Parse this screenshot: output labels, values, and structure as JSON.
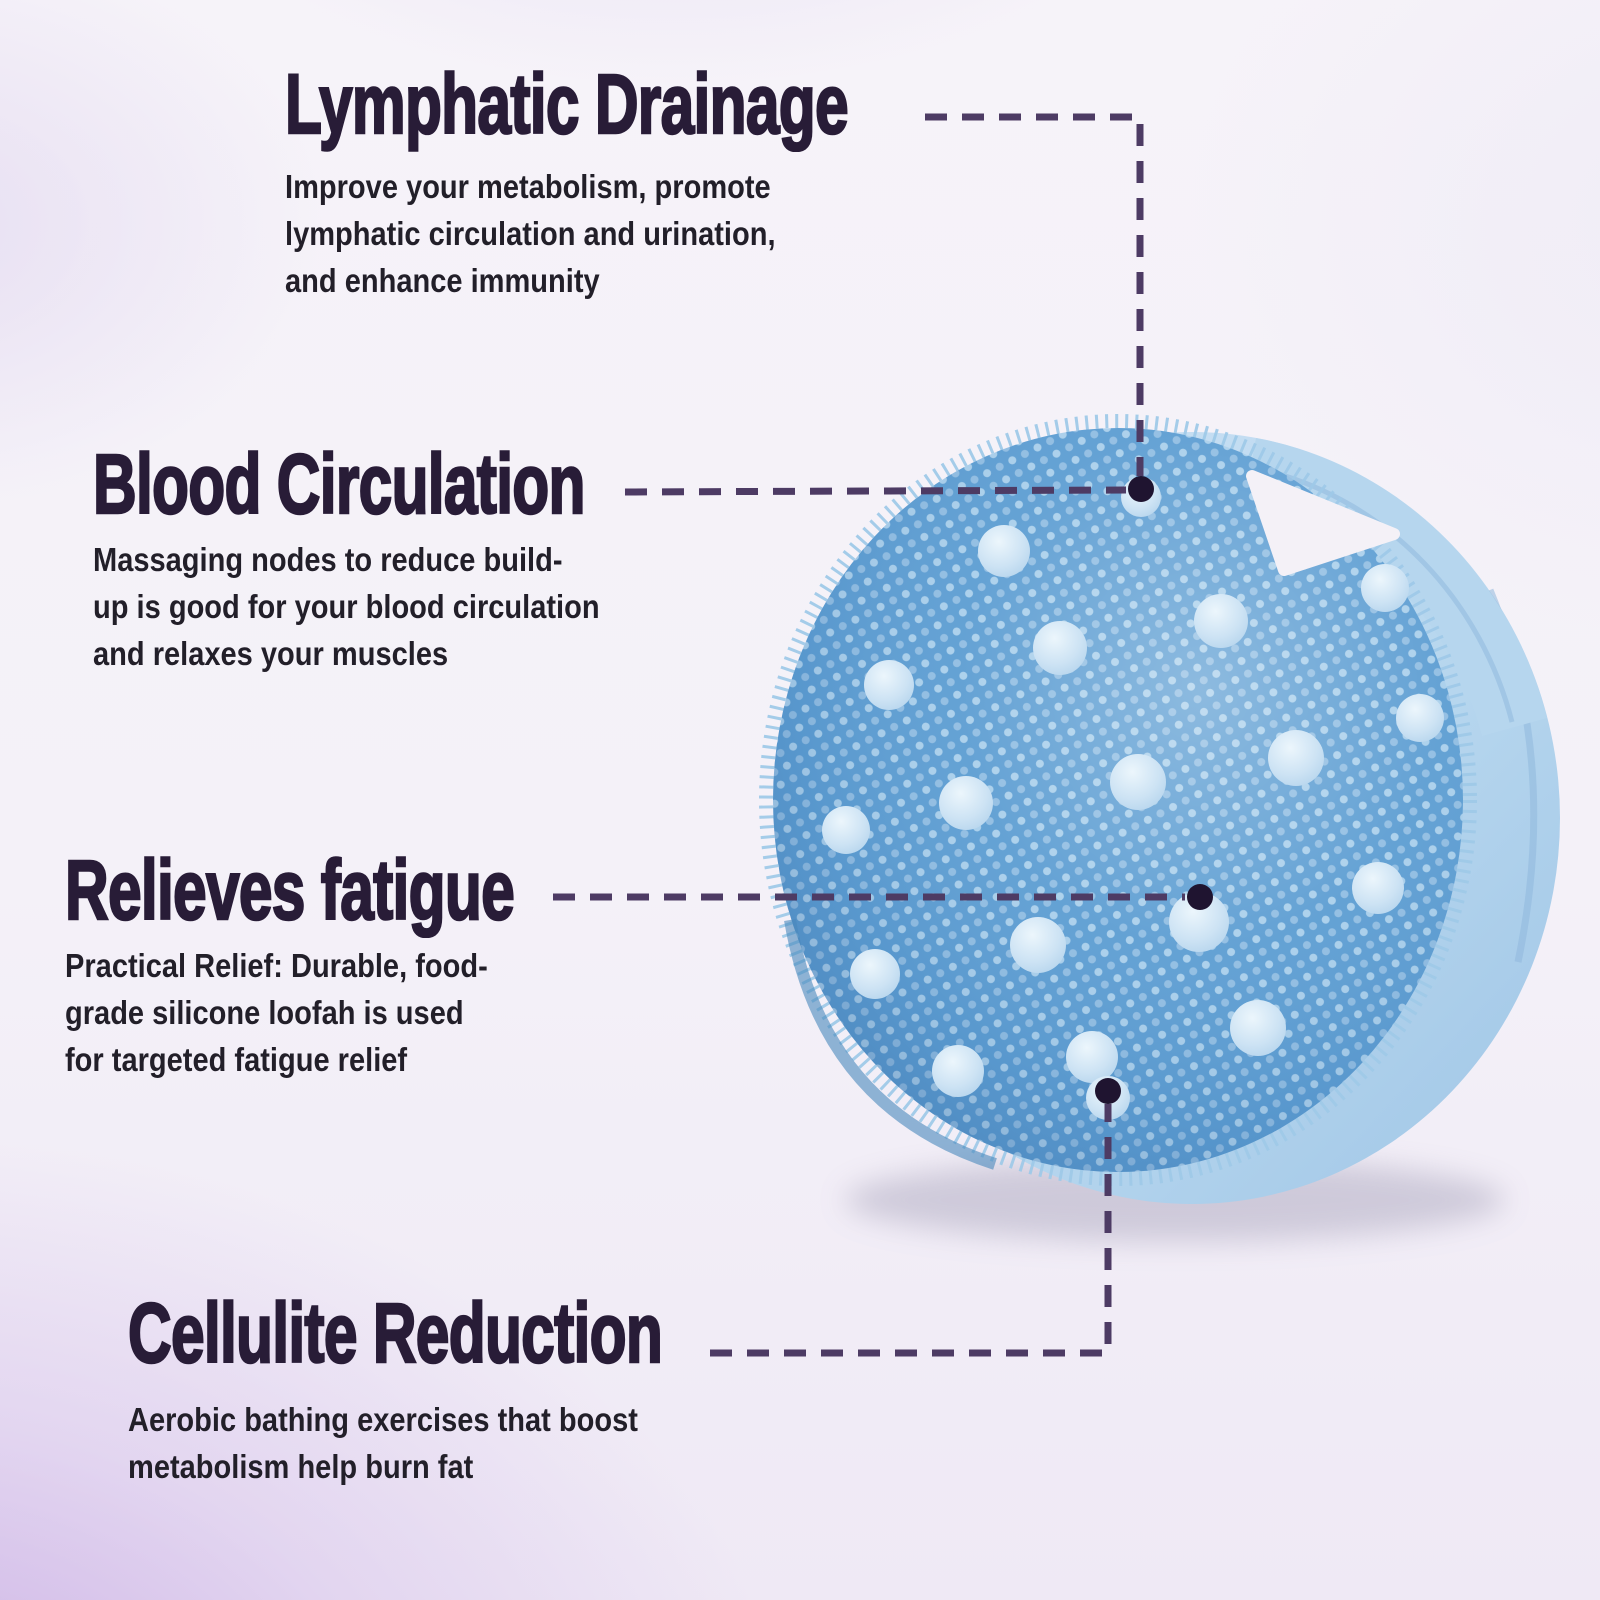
{
  "callouts": [
    {
      "id": "lymphatic-drainage",
      "title": "Lymphatic Drainage",
      "description": "Improve your metabolism, promote\nlymphatic circulation and urination,\nand enhance immunity"
    },
    {
      "id": "blood-circulation",
      "title": "Blood Circulation",
      "description": "Massaging nodes to reduce build-\nup is good for your blood circulation\nand relaxes your muscles"
    },
    {
      "id": "relieves-fatigue",
      "title": "Relieves fatigue",
      "description": "Practical Relief: Durable, food-\ngrade silicone loofah is used\nfor targeted fatigue relief"
    },
    {
      "id": "cellulite-reduction",
      "title": "Cellulite Reduction",
      "description": "Aerobic bathing exercises that boost\nmetabolism help burn fat"
    }
  ],
  "colors": {
    "heading_text": "#281c37",
    "body_text": "#221f29",
    "dashed_line": "#4d3b64",
    "callout_dot": "#1f1430",
    "brush_face_blue": "#5c9dd2",
    "bristle_tip_blue": "#a9cfeb",
    "massage_node_blue": "#cde3f4",
    "shell_handle_blue": "#b6d6ee",
    "background_lavender": "#e2d4ef",
    "background_white": "#f6f3f9"
  }
}
